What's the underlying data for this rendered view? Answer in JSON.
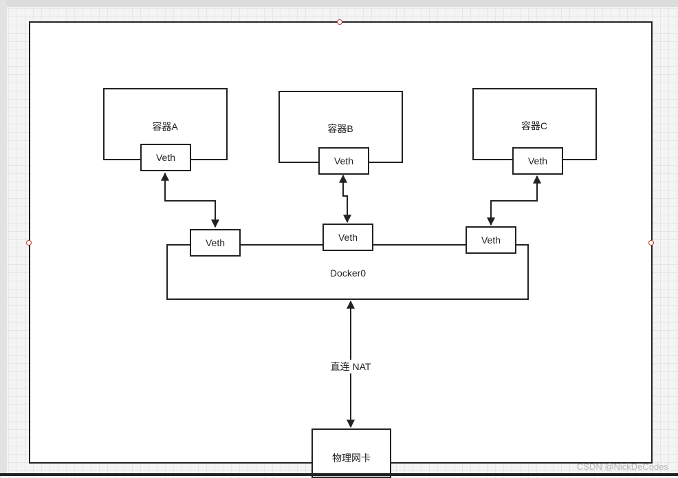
{
  "containers": [
    {
      "label": "容器A",
      "veth_label": "Veth"
    },
    {
      "label": "容器B",
      "veth_label": "Veth"
    },
    {
      "label": "容器C",
      "veth_label": "Veth"
    }
  ],
  "bridge": {
    "label": "Docker0",
    "veths": [
      "Veth",
      "Veth",
      "Veth"
    ]
  },
  "nat_label": "直连 NAT",
  "physical_nic": {
    "label": "物理网卡"
  },
  "watermark": "CSDN @NickDeCodes"
}
